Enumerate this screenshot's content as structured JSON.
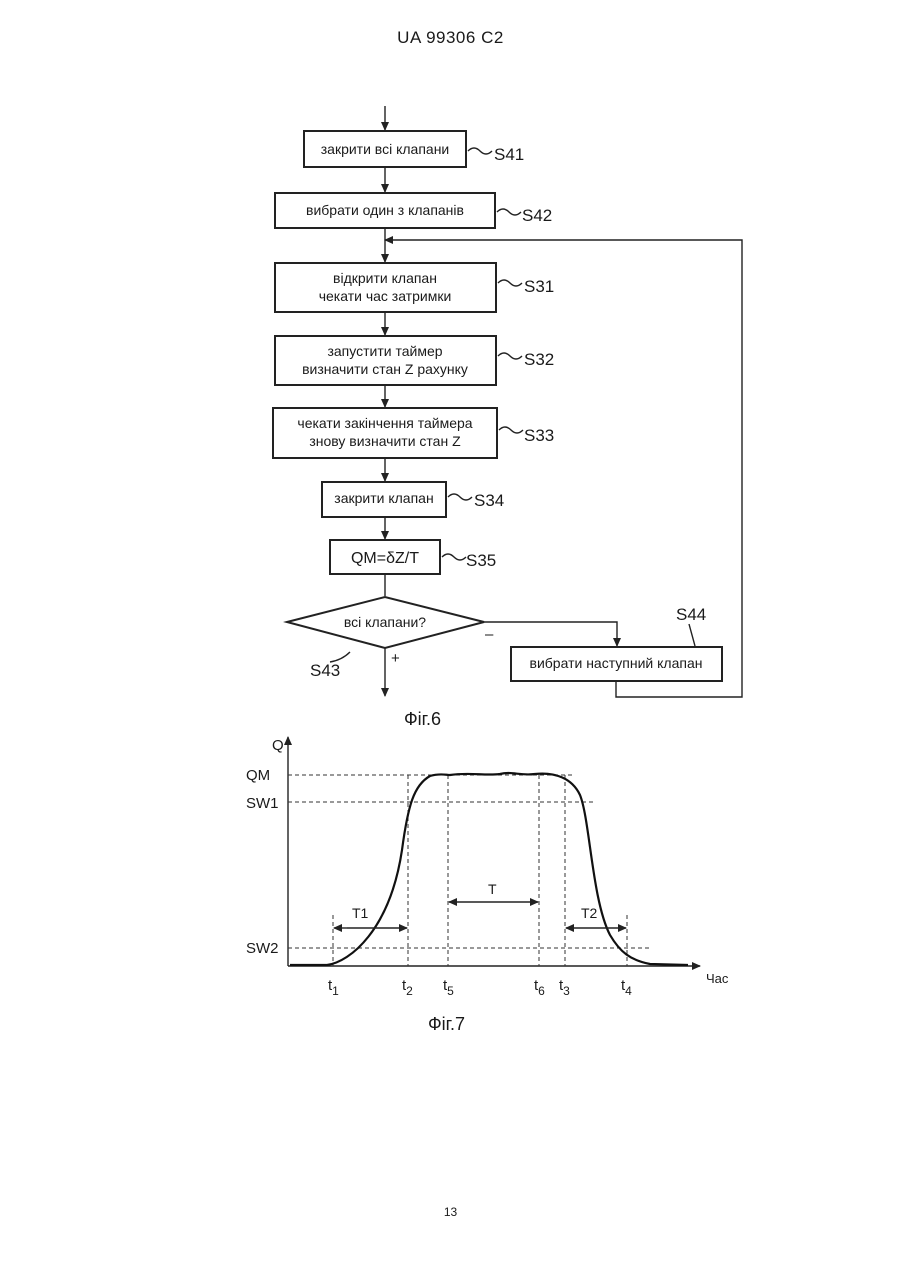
{
  "header": "UA   99306   C2",
  "page_number": "13",
  "fig6": {
    "caption": "Фіг.6",
    "steps": [
      {
        "id": "S41",
        "lines": [
          "закрити всі клапани"
        ]
      },
      {
        "id": "S42",
        "lines": [
          "вибрати один з клапанів"
        ]
      },
      {
        "id": "S31",
        "lines": [
          "відкрити клапан",
          "чекати час затримки"
        ]
      },
      {
        "id": "S32",
        "lines": [
          "запустити таймер",
          "визначити стан Z рахунку"
        ]
      },
      {
        "id": "S33",
        "lines": [
          "чекати закінчення таймера",
          "знову визначити стан Z"
        ]
      },
      {
        "id": "S34",
        "lines": [
          "закрити клапан"
        ]
      },
      {
        "id": "S35",
        "lines": [
          "QM=δZ/T"
        ]
      }
    ],
    "decision": {
      "id": "S43",
      "text": "всі клапани?",
      "yes": "+",
      "no": "–"
    },
    "next_step": {
      "id": "S44",
      "text": "вибрати наступний клапан"
    }
  },
  "fig7": {
    "caption": "Фіг.7",
    "y_axis_label": "Q",
    "x_axis_label": "Час",
    "levels": [
      "QM",
      "SW1",
      "SW2"
    ],
    "time_marks": [
      {
        "t": "t",
        "sub": "1"
      },
      {
        "t": "t",
        "sub": "2"
      },
      {
        "t": "t",
        "sub": "5"
      },
      {
        "t": "t",
        "sub": "6"
      },
      {
        "t": "t",
        "sub": "3"
      },
      {
        "t": "t",
        "sub": "4"
      }
    ],
    "intervals": [
      "T1",
      "T",
      "T2"
    ]
  }
}
